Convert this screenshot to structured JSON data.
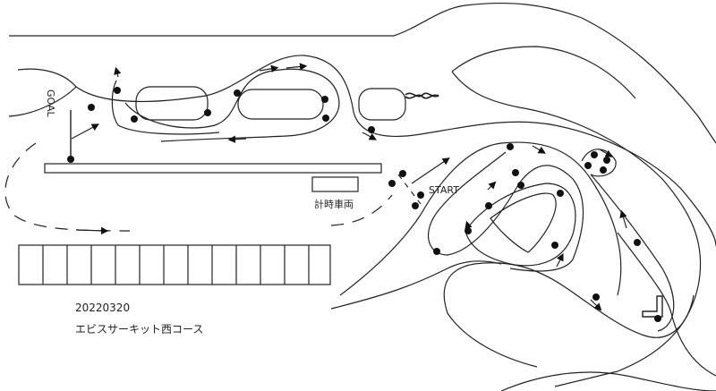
{
  "labels": {
    "goal": "GOAL",
    "start": "START",
    "timing_vehicle": "計時車両",
    "date": "20220320",
    "course_name": "エビスサーキット西コース"
  },
  "colors": {
    "background": "#ffffff",
    "line": "#222222",
    "marker": "#111111"
  },
  "legend_icons": {
    "pylon": "filled-dot-icon",
    "direction": "arrowhead-icon"
  }
}
